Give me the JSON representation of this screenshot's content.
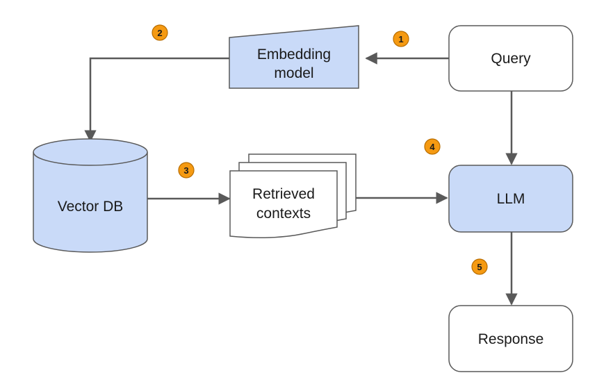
{
  "colors": {
    "node_fill_blue": "#c9daf8",
    "node_fill_white": "#ffffff",
    "stroke": "#595959",
    "arrow": "#595959",
    "badge_fill": "#f59a12",
    "badge_stroke": "#b86d00"
  },
  "nodes": {
    "query": "Query",
    "embedding_line1": "Embedding",
    "embedding_line2": "model",
    "vector_db": "Vector DB",
    "retrieved_line1": "Retrieved",
    "retrieved_line2": "contexts",
    "llm": "LLM",
    "response": "Response"
  },
  "steps": [
    "1",
    "2",
    "3",
    "4",
    "5"
  ]
}
